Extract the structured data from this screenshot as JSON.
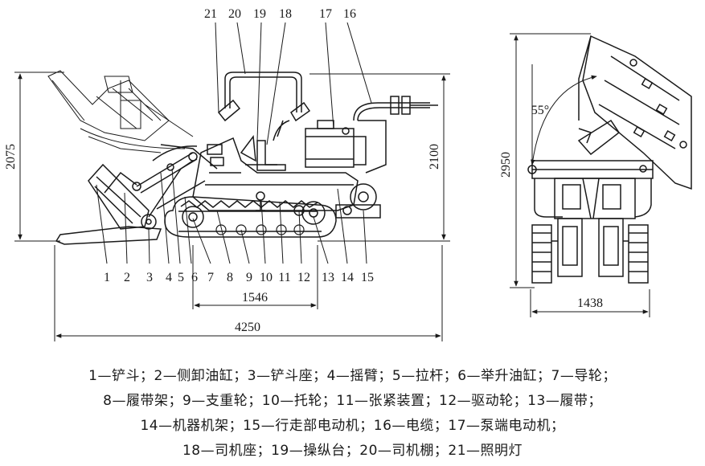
{
  "side_view": {
    "callouts_top": [
      "21",
      "20",
      "19",
      "18",
      "17",
      "16"
    ],
    "callouts_bottom": [
      "1",
      "2",
      "3",
      "4",
      "5",
      "6",
      "7",
      "8",
      "9",
      "10",
      "11",
      "12",
      "13",
      "14",
      "15"
    ],
    "dim_height_left": "2075",
    "dim_height_right": "2100",
    "dim_track_length": "1546",
    "dim_total_length": "4250"
  },
  "front_view": {
    "dim_height": "2950",
    "dim_width": "1438",
    "dump_angle": "55°"
  },
  "legend": {
    "line1": "1—铲斗；2—侧卸油缸；3—铲斗座；4—摇臂；5—拉杆；6—举升油缸；7—导轮；",
    "line2": "8—履带架；9—支重轮；10—托轮；11—张紧装置；12—驱动轮；13—履带；",
    "line3": "14—机器机架；15—行走部电动机；16—电缆；17—泵端电动机；",
    "line4": "18—司机座；19—操纵台；20—司机棚；21—照明灯"
  }
}
